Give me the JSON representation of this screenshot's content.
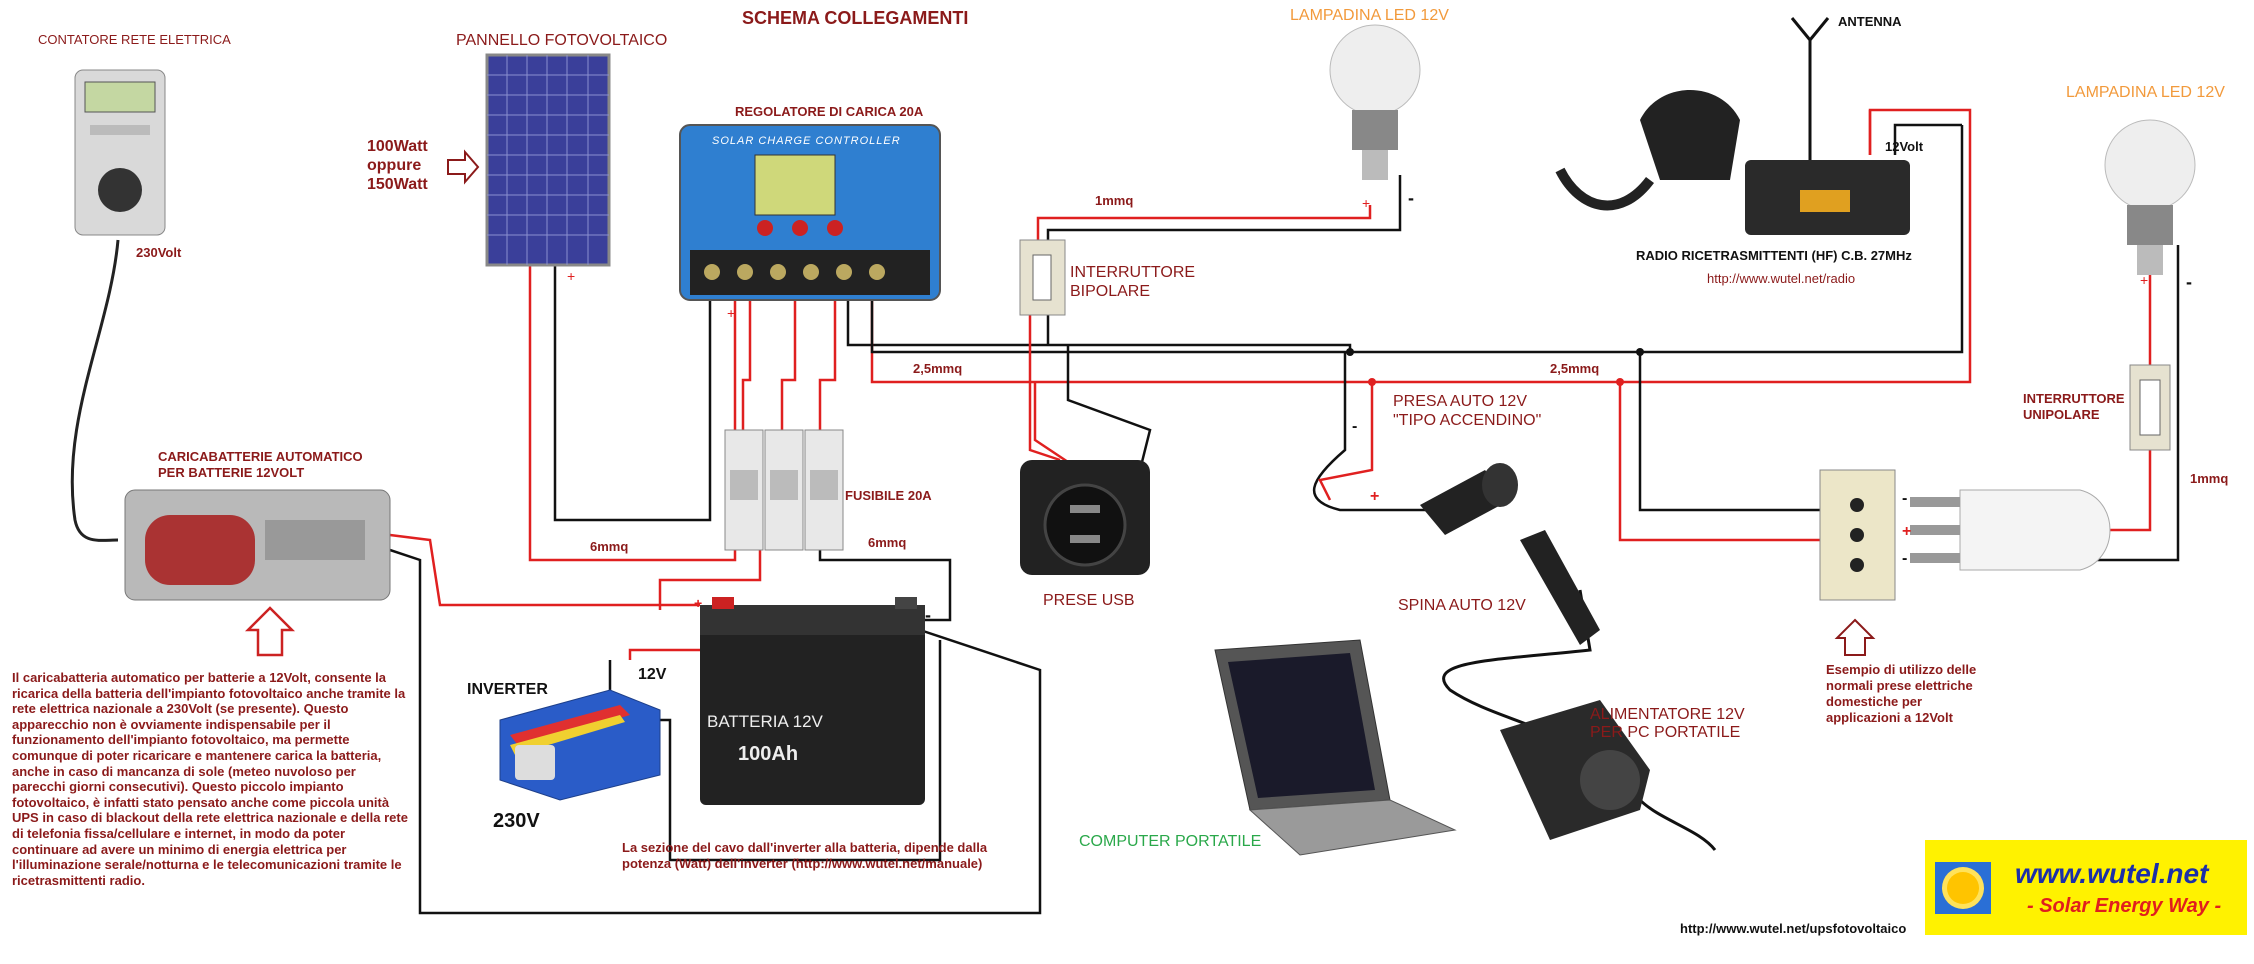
{
  "title": "SCHEMA COLLEGAMENTI",
  "labels": {
    "contatore": "CONTATORE RETE ELETTRICA",
    "volt230": "230Volt",
    "pannello": "PANNELLO FOTOVOLTAICO",
    "watt1": "100Watt",
    "watt2": "oppure",
    "watt3": "150Watt",
    "regolatore": "REGOLATORE DI CARICA  20A",
    "lamp_left": "LAMPADINA LED 12V",
    "lamp_right": "LAMPADINA LED 12V",
    "antenna": "ANTENNA",
    "volt12_radio": "12Volt",
    "radio": "RADIO RICETRASMITTENTI (HF)  C.B. 27MHz",
    "radio_url": "http://www.wutel.net/radio",
    "mmq1_top": "1mmq",
    "interruttore_bip_1": "INTERRUTTORE",
    "interruttore_bip_2": "BIPOLARE",
    "mmq25_left": "2,5mmq",
    "mmq25_right": "2,5mmq",
    "presa_auto_1": "PRESA AUTO 12V",
    "presa_auto_2": "\"TIPO ACCENDINO\"",
    "interruttore_uni_1": "INTERRUTTORE",
    "interruttore_uni_2": "UNIPOLARE",
    "mmq1_right": "1mmq",
    "caricabatterie_1": "CARICABATTERIE AUTOMATICO",
    "caricabatterie_2": "PER BATTERIE 12VOLT",
    "fusibile": "FUSIBILE 20A",
    "mmq6_left": "6mmq",
    "mmq6_right": "6mmq",
    "prese_usb": "PRESE USB",
    "spina_auto": "SPINA AUTO 12V",
    "inverter": "INVERTER",
    "volt12_inv": "12V",
    "volt230_inv": "230V",
    "batteria_1": "BATTERIA 12V",
    "batteria_2": "100Ah",
    "alimentatore_1": "ALIMENTATORE 12V",
    "alimentatore_2": "PER PC PORTATILE",
    "computer": "COMPUTER PORTATILE",
    "note_inverter_1": "La sezione del cavo dall'inverter alla batteria, dipende dalla",
    "note_inverter_2": "potenza (Watt) dell'inverter (http://www.wutel.net/manuale)",
    "note_prese_1": "Esempio di utilizzo delle",
    "note_prese_2": "normali prese elettriche",
    "note_prese_3": "domestiche per",
    "note_prese_4": "applicazioni a 12Volt",
    "footer_url": "http://www.wutel.net/upsfotovoltaico",
    "logo_title": "www.wutel.net",
    "logo_sub": "- Solar Energy Way -",
    "controller_screen": "SOLAR CHARGE CONTROLLER",
    "plus": "+",
    "minus": "-"
  },
  "caricabatterie_note": "Il caricabatteria automatico per batterie a 12Volt, consente la ricarica della batteria dell'impianto fotovoltaico anche tramite la rete elettrica nazionale a 230Volt (se presente). Questo apparecchio non è ovviamente indispensabile per il funzionamento dell'impianto fotovoltaico, ma permette comunque di poter ricaricare e mantenere carica la batteria, anche in caso di mancanza di sole (meteo nuvoloso per parecchi giorni consecutivi). Questo piccolo impianto fotovoltaico, è infatti stato pensato anche come piccola unità UPS in caso di blackout della rete elettrica nazionale e della rete di telefonia fissa/cellulare e internet, in modo da poter continuare ad avere un minimo di energia elettrica per l'illuminazione serale/notturna e le telecomunicazioni tramite le ricetrasmittenti radio.",
  "colors": {
    "positive_wire": "#e02020",
    "negative_wire": "#111111",
    "label_dark_red": "#8b1a1a",
    "label_orange": "#f29a3c",
    "label_green": "#2aa84a",
    "panel_blue": "#3a3f9a",
    "controller_blue": "#2f7fd0"
  }
}
